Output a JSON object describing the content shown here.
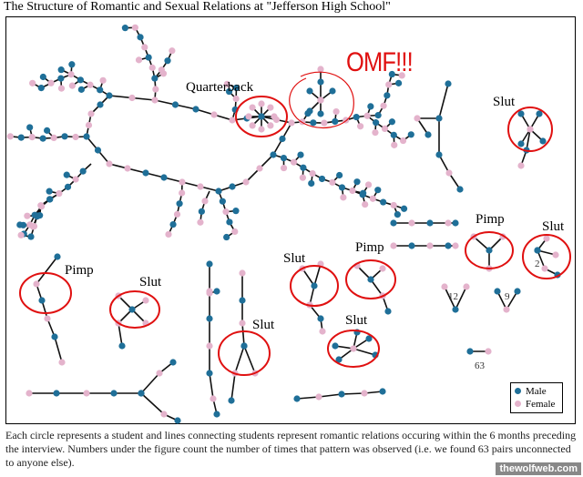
{
  "title": "The Structure of Romantic and Sexual Relations at \"Jefferson High School\"",
  "annotations": {
    "omf": "OMF!!!",
    "quarterback": "Quarterback",
    "slut": "Slut",
    "pimp": "Pimp"
  },
  "counts": {
    "c2": "2",
    "c12": "12",
    "c9": "9",
    "c63": "63"
  },
  "legend": {
    "male": "Male",
    "female": "Female"
  },
  "colors": {
    "male": "#1f6f98",
    "female": "#e4b3cc",
    "annotation": "#e01010"
  },
  "caption": "Each circle represents a student and lines connecting students represent romantic relations occuring within the 6 months preceding the interview.  Numbers under the figure count the number of times that pattern  was  observed (i.e. we found 63 pairs unconnected to anyone else).",
  "watermark": "thewolfweb.com"
}
